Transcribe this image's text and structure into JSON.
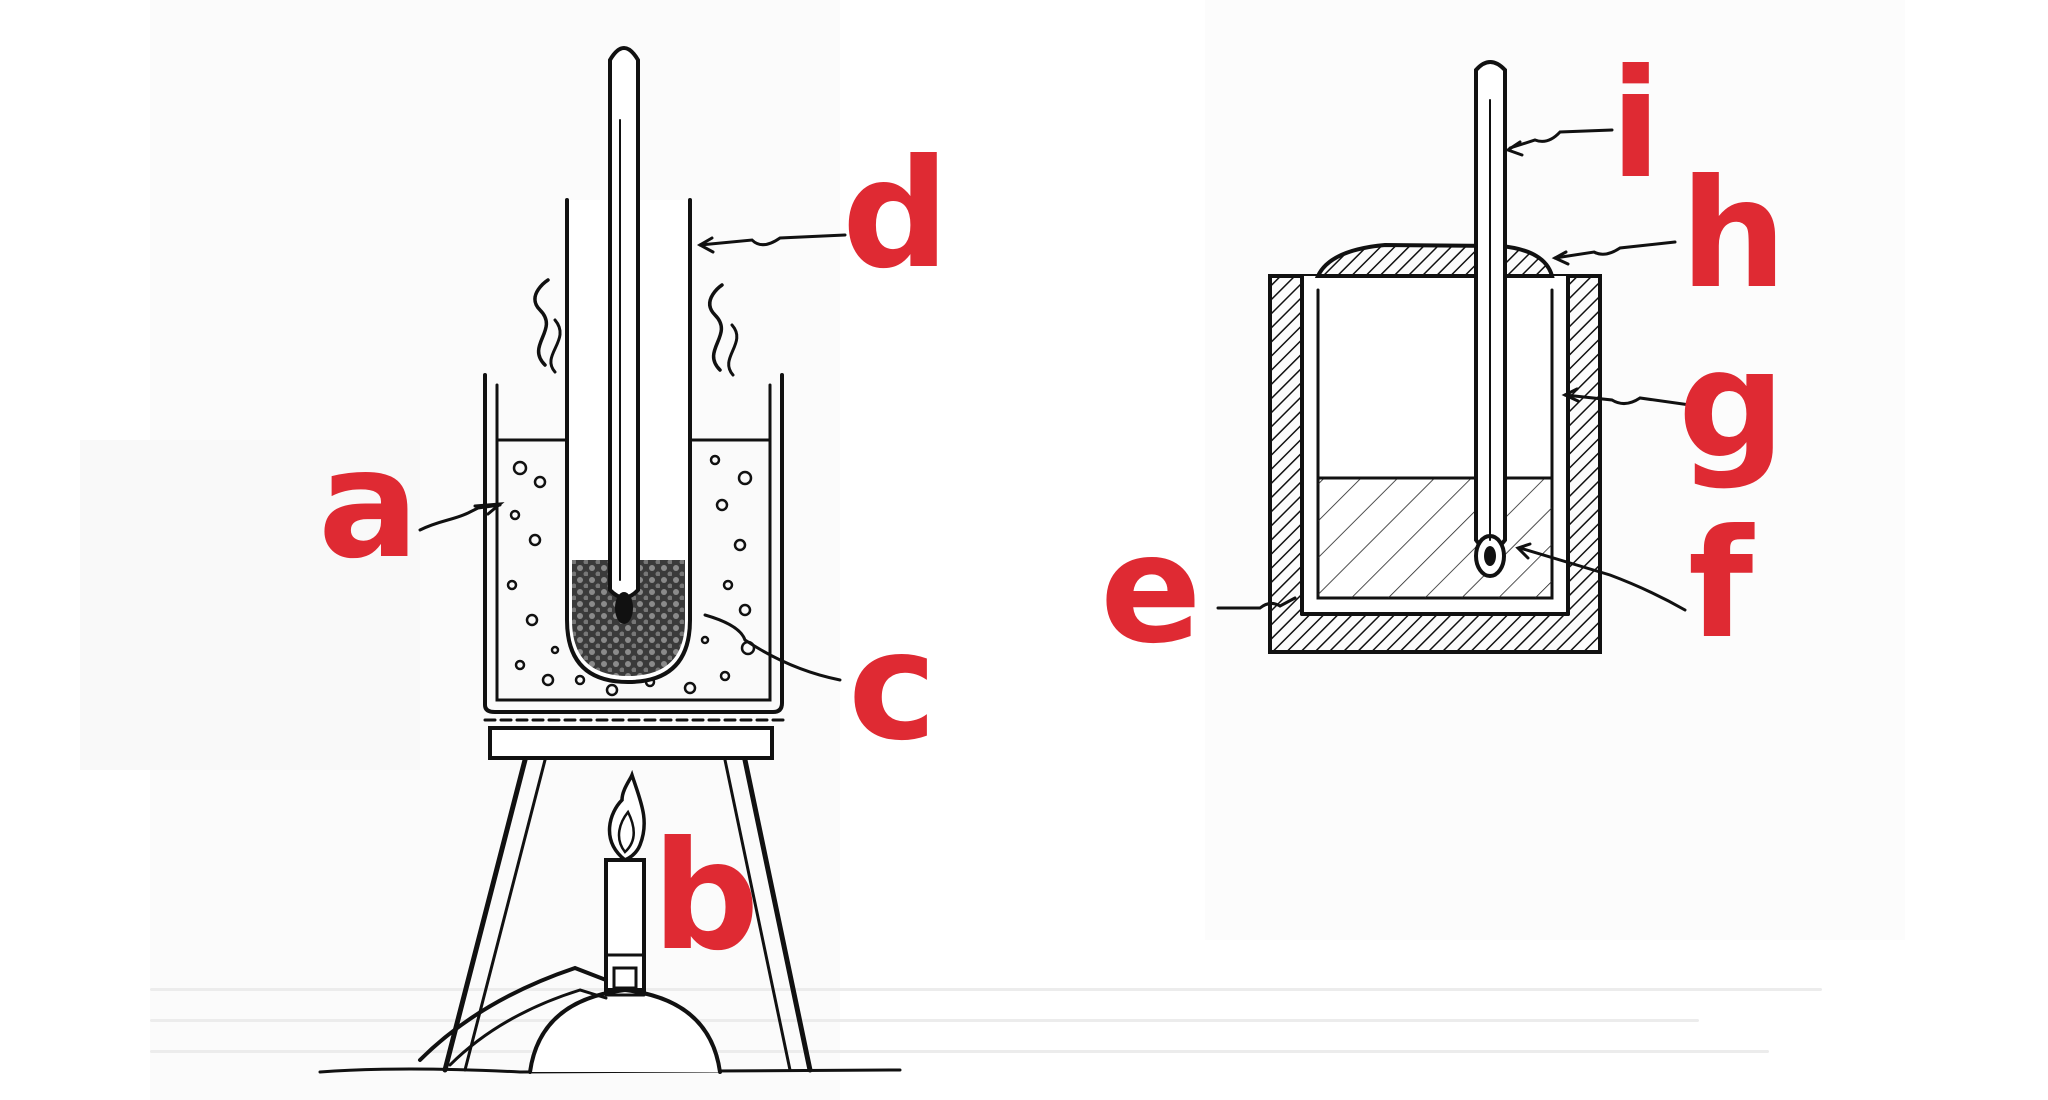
{
  "labels": {
    "a": "a",
    "b": "b",
    "c": "c",
    "d": "d",
    "e": "e",
    "f": "f",
    "g": "g",
    "h": "h",
    "i": "i"
  },
  "colors": {
    "label": "#df2a33",
    "ink": "#111111",
    "paper": "#ffffff"
  }
}
